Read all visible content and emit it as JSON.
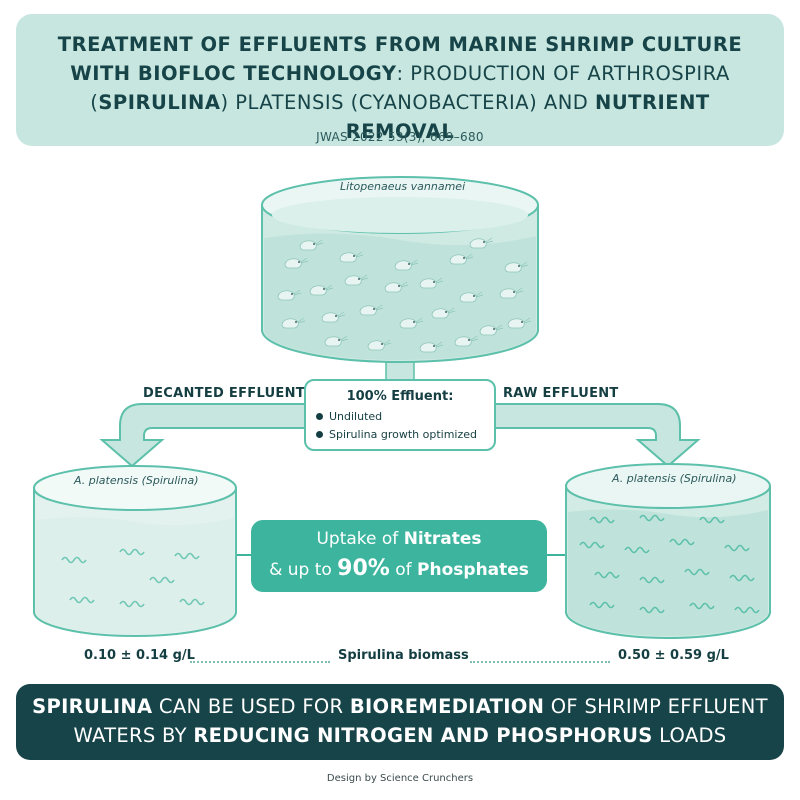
{
  "header": {
    "title_l1": "TREATMENT OF EFFLUENTS FROM MARINE SHRIMP CULTURE",
    "title_l2_bold": "WITH BIOFLOC TECHNOLOGY",
    "title_l2_rest": ": PRODUCTION OF ARTHROSPIRA",
    "title_l3_a": "(",
    "title_l3_b": "SPIRULINA",
    "title_l3_c": ") PLATENSIS (CYANOBACTERIA) AND ",
    "title_l3_d": "NUTRIENT REMOVAL",
    "reference": "JWAS 2022 53(3), 669–680"
  },
  "tanks": {
    "top_label": "Litopenaeus vannamei",
    "left_label": "A. platensis (Spirulina)",
    "right_label": "A. platensis (Spirulina)"
  },
  "flow": {
    "left_label": "DECANTED EFFLUENT",
    "right_label": "RAW EFFLUENT"
  },
  "effluent_box": {
    "heading": "100% Effluent:",
    "items": [
      "Undiluted",
      "Spirulina growth optimized"
    ]
  },
  "uptake": {
    "line1_a": "Uptake of ",
    "line1_b": "Nitrates",
    "line2_a": "& up to ",
    "line2_b": "90%",
    "line2_c": " of ",
    "line2_d": "Phosphates"
  },
  "biomass": {
    "left_value": "0.10 ± 0.14 g/L",
    "label": "Spirulina biomass",
    "right_value": "0.50 ± 0.59 g/L"
  },
  "conclusion": {
    "a": "SPIRULINA",
    "b": " CAN BE USED FOR ",
    "c": "BIOREMEDIATION",
    "d": " OF SHRIMP EFFLUENT",
    "e": "WATERS BY ",
    "f": "REDUCING NITROGEN AND PHOSPHORUS",
    "g": " LOADS"
  },
  "credit": "Design by Science Crunchers",
  "colors": {
    "header_bg": "#c7e6df",
    "accent": "#3db59e",
    "dark": "#174448",
    "water": "#bfe3da"
  }
}
